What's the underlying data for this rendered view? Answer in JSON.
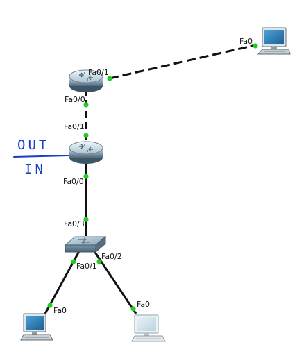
{
  "colors": {
    "link": "#111111",
    "port_dot": "#22cc22",
    "annotation": "#1a3cc8"
  },
  "devices": {
    "router_top": {
      "icon": "router-icon"
    },
    "router_mid": {
      "icon": "router-icon"
    },
    "switch": {
      "icon": "switch-icon"
    },
    "pc_top_right": {
      "icon": "pc-icon",
      "port": "Fa0"
    },
    "pc_bottom_left": {
      "icon": "pc-icon",
      "port": "Fa0"
    },
    "pc_bottom_right": {
      "icon": "pc-icon",
      "port": "Fa0"
    }
  },
  "ports": {
    "router_top_fa01": "Fa0/1",
    "router_top_fa00": "Fa0/0",
    "router_mid_fa01": "Fa0/1",
    "router_mid_fa00": "Fa0/0",
    "switch_fa03": "Fa0/3",
    "switch_fa01": "Fa0/1",
    "switch_fa02": "Fa0/2"
  },
  "annotation": {
    "top": "OUT",
    "bottom": "IN"
  }
}
